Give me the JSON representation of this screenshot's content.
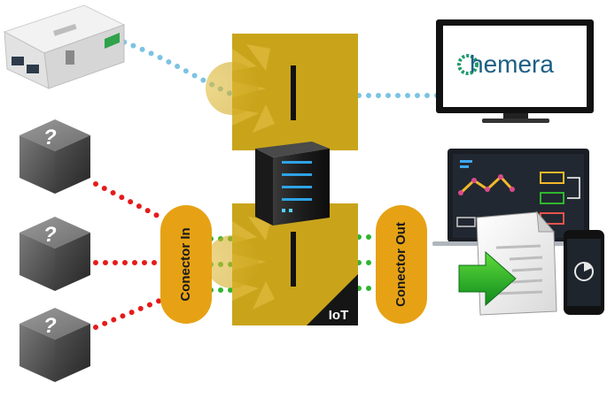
{
  "labels": {
    "connector_in": "Conector In",
    "connector_out": "Conector Out",
    "iot": "IoT",
    "monitor_brand": "hemera",
    "unknown_device_glyph": "?"
  },
  "colors": {
    "gold": "#c9a41b",
    "gold_dark": "#9c7d12",
    "orange": "#e6a214",
    "red_dot": "#e51b1b",
    "green_dot": "#2fb52f",
    "blue_dot": "#7cc3e3",
    "brand_green": "#1f9b6b",
    "brand_blue": "#1d5f85"
  },
  "icons": [
    "gateway-device-icon",
    "unknown-device-icon",
    "server-icon",
    "monitor-icon",
    "laptop-dashboard-icon",
    "document-export-icon",
    "smartphone-icon"
  ]
}
